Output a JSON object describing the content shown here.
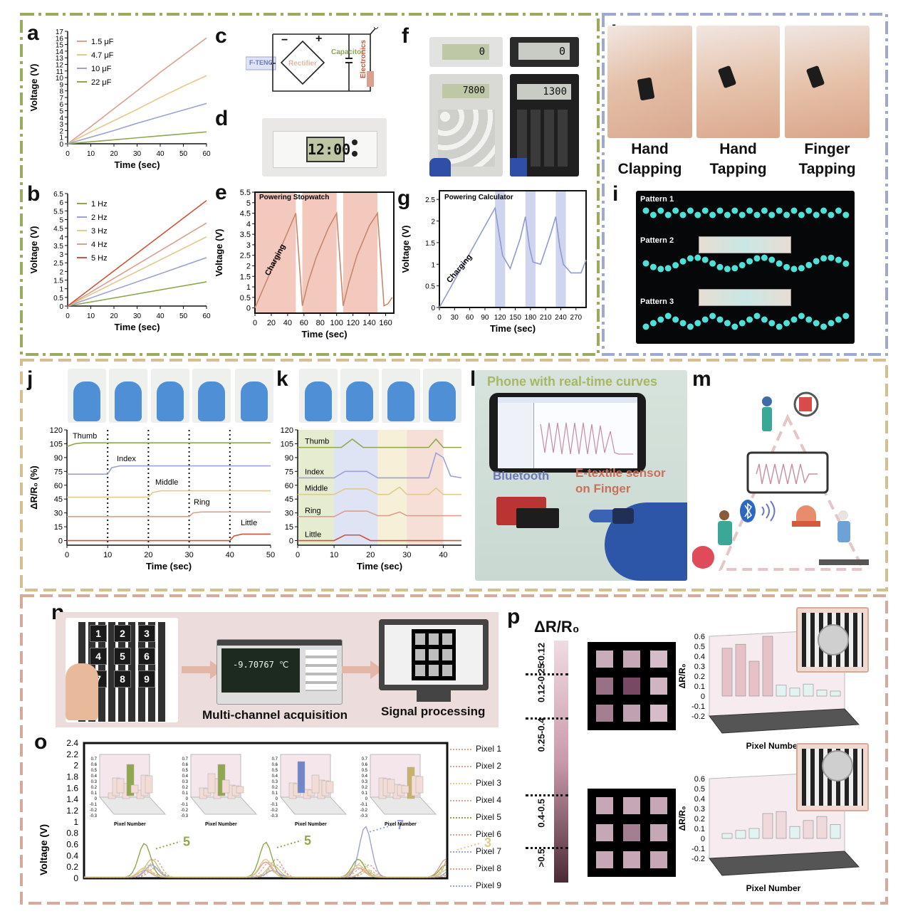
{
  "panel_letters": {
    "a": "a",
    "b": "b",
    "c": "c",
    "d": "d",
    "e": "e",
    "f": "f",
    "g": "g",
    "h": "h",
    "i": "i",
    "j": "j",
    "k": "k",
    "l": "l",
    "m": "m",
    "n": "n",
    "o": "o",
    "p": "p"
  },
  "colors": {
    "green_border": "#9aab5c",
    "blue_border": "#9fa9cf",
    "tan_border": "#d4c08e",
    "pink_border": "#d7a99a",
    "series_pink": "#d9a08f",
    "series_yellow": "#e2c98c",
    "series_blue": "#9aa3d4",
    "series_green": "#8fa84f",
    "series_red": "#c9563a",
    "teal_glow": "#4fe0d8"
  },
  "panel_c": {
    "fteng": "F-TENG",
    "rectifier": "Rectifier",
    "capacitor": "Capacitor",
    "electronics": "Electronics",
    "minus": "−",
    "plus": "+"
  },
  "panel_d": {
    "display": "12:00"
  },
  "panel_f": {
    "displays": [
      "0",
      "0",
      "7800",
      "1300"
    ]
  },
  "panel_h": {
    "captions": [
      "Hand\nClapping",
      "Hand\nTapping",
      "Finger\nTapping"
    ]
  },
  "panel_i": {
    "patterns": [
      "Pattern 1",
      "Pattern 2",
      "Pattern 3"
    ]
  },
  "panel_l": {
    "title": "Phone with real-time curves",
    "bluetooth": "Bluetooth",
    "sensor": "E-textile sensor\non Finger"
  },
  "panel_n": {
    "keys": [
      "1",
      "2",
      "3",
      "4",
      "5",
      "6",
      "7",
      "8",
      "9"
    ],
    "meter": "-9.70767 ℃",
    "acq": "Multi-channel acquisition",
    "proc": "Signal processing"
  },
  "panel_o": {
    "pixel_labels": [
      "Pixel 1",
      "Pixel 2",
      "Pixel 3",
      "Pixel 4",
      "Pixel 5",
      "Pixel 6",
      "Pixel 7",
      "Pixel 8",
      "Pixel 9"
    ],
    "inset_xlabel": "Pixel Number",
    "peak_labels": [
      "5",
      "5",
      "7",
      "3"
    ]
  },
  "panel_p": {
    "colorbar_title": "ΔR/R₀",
    "colorbar_ranges": [
      "<0.12",
      "0.12-0.25",
      "0.25-0.4",
      "0.4-0.5",
      ">0.5"
    ],
    "ylabel": "ΔR/R₀",
    "xlabel": "Pixel Number"
  },
  "chart_data": [
    {
      "id": "a",
      "type": "line",
      "xlabel": "Time (sec)",
      "ylabel": "Voltage (V)",
      "xlim": [
        0,
        60
      ],
      "ylim": [
        0,
        17
      ],
      "xticks": [
        0,
        10,
        20,
        30,
        40,
        50,
        60
      ],
      "yticks": [
        0,
        1,
        2,
        3,
        4,
        5,
        6,
        7,
        8,
        9,
        10,
        11,
        12,
        13,
        14,
        15,
        16,
        17
      ],
      "series": [
        {
          "name": "1.5 μF",
          "color": "#d9a08f",
          "x": [
            0,
            10,
            20,
            30,
            40,
            50,
            60
          ],
          "y": [
            0,
            2.6,
            5.3,
            8.0,
            10.8,
            13.4,
            16
          ]
        },
        {
          "name": "4.7 μF",
          "color": "#e2c98c",
          "x": [
            0,
            10,
            20,
            30,
            40,
            50,
            60
          ],
          "y": [
            0,
            1.8,
            3.5,
            5.2,
            7.0,
            8.7,
            10.3
          ]
        },
        {
          "name": "10 μF",
          "color": "#9aa3d4",
          "x": [
            0,
            10,
            20,
            30,
            40,
            50,
            60
          ],
          "y": [
            0,
            1.0,
            2.0,
            3.1,
            4.1,
            5.1,
            6.1
          ]
        },
        {
          "name": "22 μF",
          "color": "#8fa84f",
          "x": [
            0,
            10,
            20,
            30,
            40,
            50,
            60
          ],
          "y": [
            0,
            0.3,
            0.6,
            0.9,
            1.2,
            1.5,
            1.8
          ]
        }
      ]
    },
    {
      "id": "b",
      "type": "line",
      "xlabel": "Time (sec)",
      "ylabel": "Voltage (V)",
      "xlim": [
        0,
        60
      ],
      "ylim": [
        0,
        6.5
      ],
      "xticks": [
        0,
        10,
        20,
        30,
        40,
        50,
        60
      ],
      "yticks": [
        0,
        0.5,
        1,
        1.5,
        2,
        2.5,
        3,
        3.5,
        4,
        4.5,
        5,
        5.5,
        6,
        6.5
      ],
      "series": [
        {
          "name": "1 Hz",
          "color": "#8fa84f",
          "x": [
            0,
            60
          ],
          "y": [
            0,
            1.4
          ]
        },
        {
          "name": "2 Hz",
          "color": "#9aa3d4",
          "x": [
            0,
            60
          ],
          "y": [
            0,
            2.8
          ]
        },
        {
          "name": "3 Hz",
          "color": "#e2c98c",
          "x": [
            0,
            60
          ],
          "y": [
            0,
            4.0
          ]
        },
        {
          "name": "4 Hz",
          "color": "#d9a08f",
          "x": [
            0,
            60
          ],
          "y": [
            0,
            4.8
          ]
        },
        {
          "name": "5 Hz",
          "color": "#c9563a",
          "x": [
            0,
            60
          ],
          "y": [
            0,
            6.1
          ]
        }
      ]
    },
    {
      "id": "e",
      "type": "line",
      "xlabel": "Time (sec)",
      "ylabel": "Voltage (V)",
      "xlim": [
        0,
        170
      ],
      "ylim": [
        -0.25,
        5.5
      ],
      "xticks": [
        0,
        20,
        40,
        60,
        80,
        100,
        120,
        140,
        160
      ],
      "yticks": [
        0,
        0.5,
        1,
        1.5,
        2,
        2.5,
        3,
        3.5,
        4,
        4.5,
        5,
        5.5
      ],
      "annotation": "Powering Stopwatch",
      "annotation2": "Charging",
      "shaded": [
        [
          0,
          50
        ],
        [
          58,
          100
        ],
        [
          108,
          150
        ]
      ],
      "series": [
        {
          "name": "",
          "color": "#c9876d",
          "x": [
            0,
            50,
            58,
            65,
            75,
            90,
            100,
            108,
            115,
            125,
            140,
            150,
            158,
            163,
            168
          ],
          "y": [
            0,
            4.5,
            0.1,
            1.2,
            2.4,
            3.8,
            4.5,
            0.1,
            1.2,
            2.5,
            3.9,
            4.5,
            0.1,
            0.2,
            0.5
          ]
        }
      ]
    },
    {
      "id": "g",
      "type": "line",
      "xlabel": "Time (sec)",
      "ylabel": "Voltage (V)",
      "xlim": [
        0,
        290
      ],
      "ylim": [
        0,
        2.7
      ],
      "xticks": [
        0,
        30,
        60,
        90,
        120,
        150,
        180,
        210,
        240,
        270
      ],
      "yticks": [
        0,
        0.5,
        1,
        1.5,
        2,
        2.5
      ],
      "annotation": "Powering Calculator",
      "annotation2": "Charging",
      "shaded": [
        [
          110,
          130
        ],
        [
          170,
          190
        ],
        [
          230,
          250
        ]
      ],
      "series": [
        {
          "name": "",
          "color": "#8f9ad0",
          "x": [
            0,
            110,
            118,
            125,
            140,
            160,
            170,
            178,
            185,
            200,
            220,
            230,
            238,
            245,
            260,
            280,
            290
          ],
          "y": [
            0,
            2.3,
            1.7,
            1.2,
            0.9,
            1.6,
            2.1,
            1.4,
            1.05,
            1.0,
            1.7,
            2.1,
            1.4,
            1.0,
            0.8,
            0.8,
            1.1
          ]
        }
      ]
    },
    {
      "id": "j",
      "type": "line",
      "xlabel": "Time (sec)",
      "ylabel": "ΔR/R₀ (%)",
      "xlim": [
        0,
        50
      ],
      "ylim": [
        -5,
        120
      ],
      "xticks": [
        0,
        10,
        20,
        30,
        40,
        50
      ],
      "yticks": [
        0,
        15,
        30,
        45,
        60,
        75,
        90,
        105,
        120
      ],
      "vlines": [
        10,
        20,
        30,
        40
      ],
      "series": [
        {
          "name": "Thumb",
          "color": "#8fa84f",
          "x": [
            0,
            2,
            4,
            10,
            20,
            30,
            40,
            50
          ],
          "y": [
            102,
            105,
            106,
            106,
            106,
            106,
            106,
            106
          ]
        },
        {
          "name": "Index",
          "color": "#9aa3d4",
          "x": [
            0,
            10,
            11,
            13,
            20,
            30,
            40,
            50
          ],
          "y": [
            72,
            72,
            79,
            81,
            81,
            81,
            81,
            81
          ]
        },
        {
          "name": "Middle",
          "color": "#e2c98c",
          "x": [
            0,
            20,
            21,
            23,
            30,
            40,
            50
          ],
          "y": [
            47,
            47,
            52,
            54,
            54,
            54,
            54
          ]
        },
        {
          "name": "Ring",
          "color": "#d9a08f",
          "x": [
            0,
            30,
            31,
            33,
            40,
            50
          ],
          "y": [
            26,
            26,
            30,
            31,
            31,
            31
          ]
        },
        {
          "name": "Little",
          "color": "#c9563a",
          "x": [
            0,
            40,
            41,
            43,
            50
          ],
          "y": [
            0,
            0,
            5,
            7,
            7
          ]
        }
      ]
    },
    {
      "id": "k",
      "type": "line",
      "xlabel": "Time (sec)",
      "xlim": [
        0,
        45
      ],
      "ylim": [
        -5,
        120
      ],
      "xticks": [
        0,
        10,
        20,
        30,
        40
      ],
      "yticks": [
        0,
        15,
        30,
        45,
        60,
        75,
        90,
        105,
        120
      ],
      "shaded": [
        [
          0,
          10,
          "#e6ecd0"
        ],
        [
          10,
          22,
          "#dfe4f4"
        ],
        [
          22,
          30,
          "#f5f0d7"
        ],
        [
          30,
          40,
          "#f5dfd6"
        ]
      ],
      "series": [
        {
          "name": "Thumb",
          "color": "#8fa84f",
          "x": [
            0,
            12,
            15,
            18,
            36,
            38,
            40,
            45
          ],
          "y": [
            101,
            101,
            110,
            101,
            101,
            110,
            101,
            101
          ]
        },
        {
          "name": "Index",
          "color": "#9aa3d4",
          "x": [
            0,
            10,
            13,
            19,
            22,
            36,
            38,
            40,
            42,
            45
          ],
          "y": [
            68,
            68,
            75,
            75,
            68,
            68,
            95,
            90,
            70,
            68
          ]
        },
        {
          "name": "Middle",
          "color": "#e2c98c",
          "x": [
            0,
            10,
            13,
            19,
            22,
            25,
            28,
            30,
            36,
            38,
            40,
            45
          ],
          "y": [
            50,
            50,
            56,
            56,
            50,
            50,
            58,
            50,
            50,
            57,
            50,
            50
          ]
        },
        {
          "name": "Ring",
          "color": "#d9a08f",
          "x": [
            0,
            10,
            13,
            19,
            22,
            25,
            28,
            30,
            45
          ],
          "y": [
            26,
            26,
            32,
            32,
            27,
            27,
            31,
            27,
            27
          ]
        },
        {
          "name": "Little",
          "color": "#c9563a",
          "x": [
            0,
            10,
            13,
            17,
            20,
            45
          ],
          "y": [
            0,
            0,
            6,
            6,
            0,
            0
          ]
        }
      ]
    },
    {
      "id": "o",
      "type": "line",
      "ylabel": "Voltage (V)",
      "xlim": [
        0,
        100
      ],
      "ylim": [
        0,
        2.4
      ],
      "yticks": [
        0,
        0.2,
        0.4,
        0.6,
        0.8,
        1,
        1.2,
        1.4,
        1.6,
        1.8,
        2,
        2.2,
        2.4
      ]
    },
    {
      "id": "p_top",
      "type": "bar",
      "ylabel": "ΔR/R₀",
      "xlabel": "Pixel Number",
      "ylim": [
        -0.2,
        0.6
      ],
      "yticks": [
        -0.2,
        -0.1,
        0,
        0.1,
        0.2,
        0.3,
        0.4,
        0.5,
        0.6
      ],
      "values": [
        0.48,
        0.52,
        0.35,
        0.6,
        0.11,
        0.08,
        0.12,
        0.06,
        0.05
      ]
    },
    {
      "id": "p_bottom",
      "type": "bar",
      "ylabel": "ΔR/R₀",
      "xlabel": "Pixel Number",
      "ylim": [
        -0.2,
        0.6
      ],
      "yticks": [
        -0.2,
        -0.1,
        0,
        0.1,
        0.2,
        0.3,
        0.4,
        0.5,
        0.6
      ],
      "values": [
        0.05,
        0.08,
        0.1,
        0.25,
        0.27,
        0.12,
        0.18,
        0.22,
        0.14
      ]
    }
  ]
}
